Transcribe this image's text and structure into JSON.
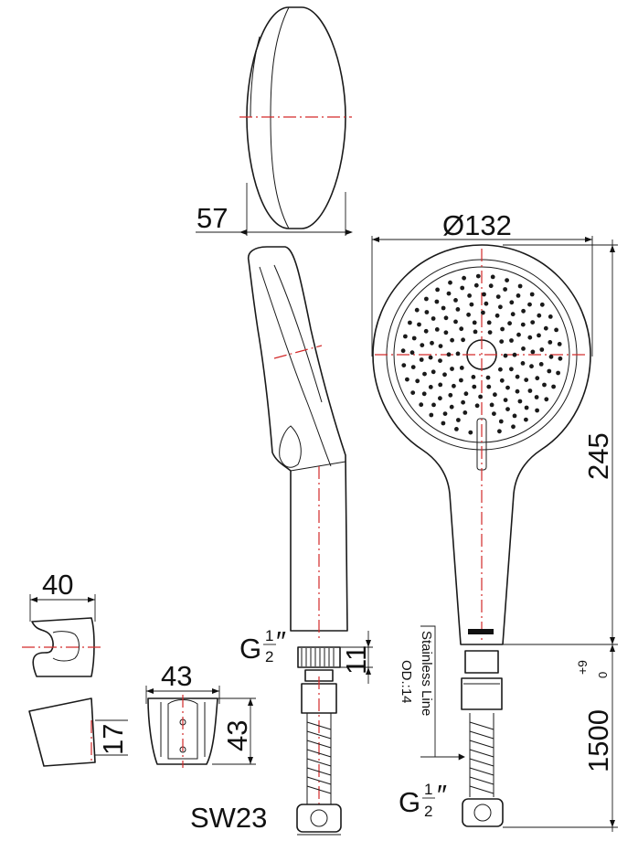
{
  "dimensions": {
    "head_thickness": "57",
    "head_diameter": "Ø132",
    "handle_length": "245",
    "holder_width_top": "40",
    "holder_width_front": "43",
    "holder_height": "43",
    "holder_offset": "17",
    "thread_length": "11",
    "hose_length": "1500",
    "hose_tolerance": "+9",
    "hose_tolerance_lower": "0",
    "nut_size": "SW23"
  },
  "thread_labels": {
    "prefix": "G",
    "numerator": "1",
    "denominator": "2",
    "mark": "″"
  },
  "hose_note": {
    "line1": "Stainless Line",
    "line2": "OD.:14"
  },
  "colors": {
    "outline": "#1a1a1a",
    "centerline": "#d32a2a"
  }
}
